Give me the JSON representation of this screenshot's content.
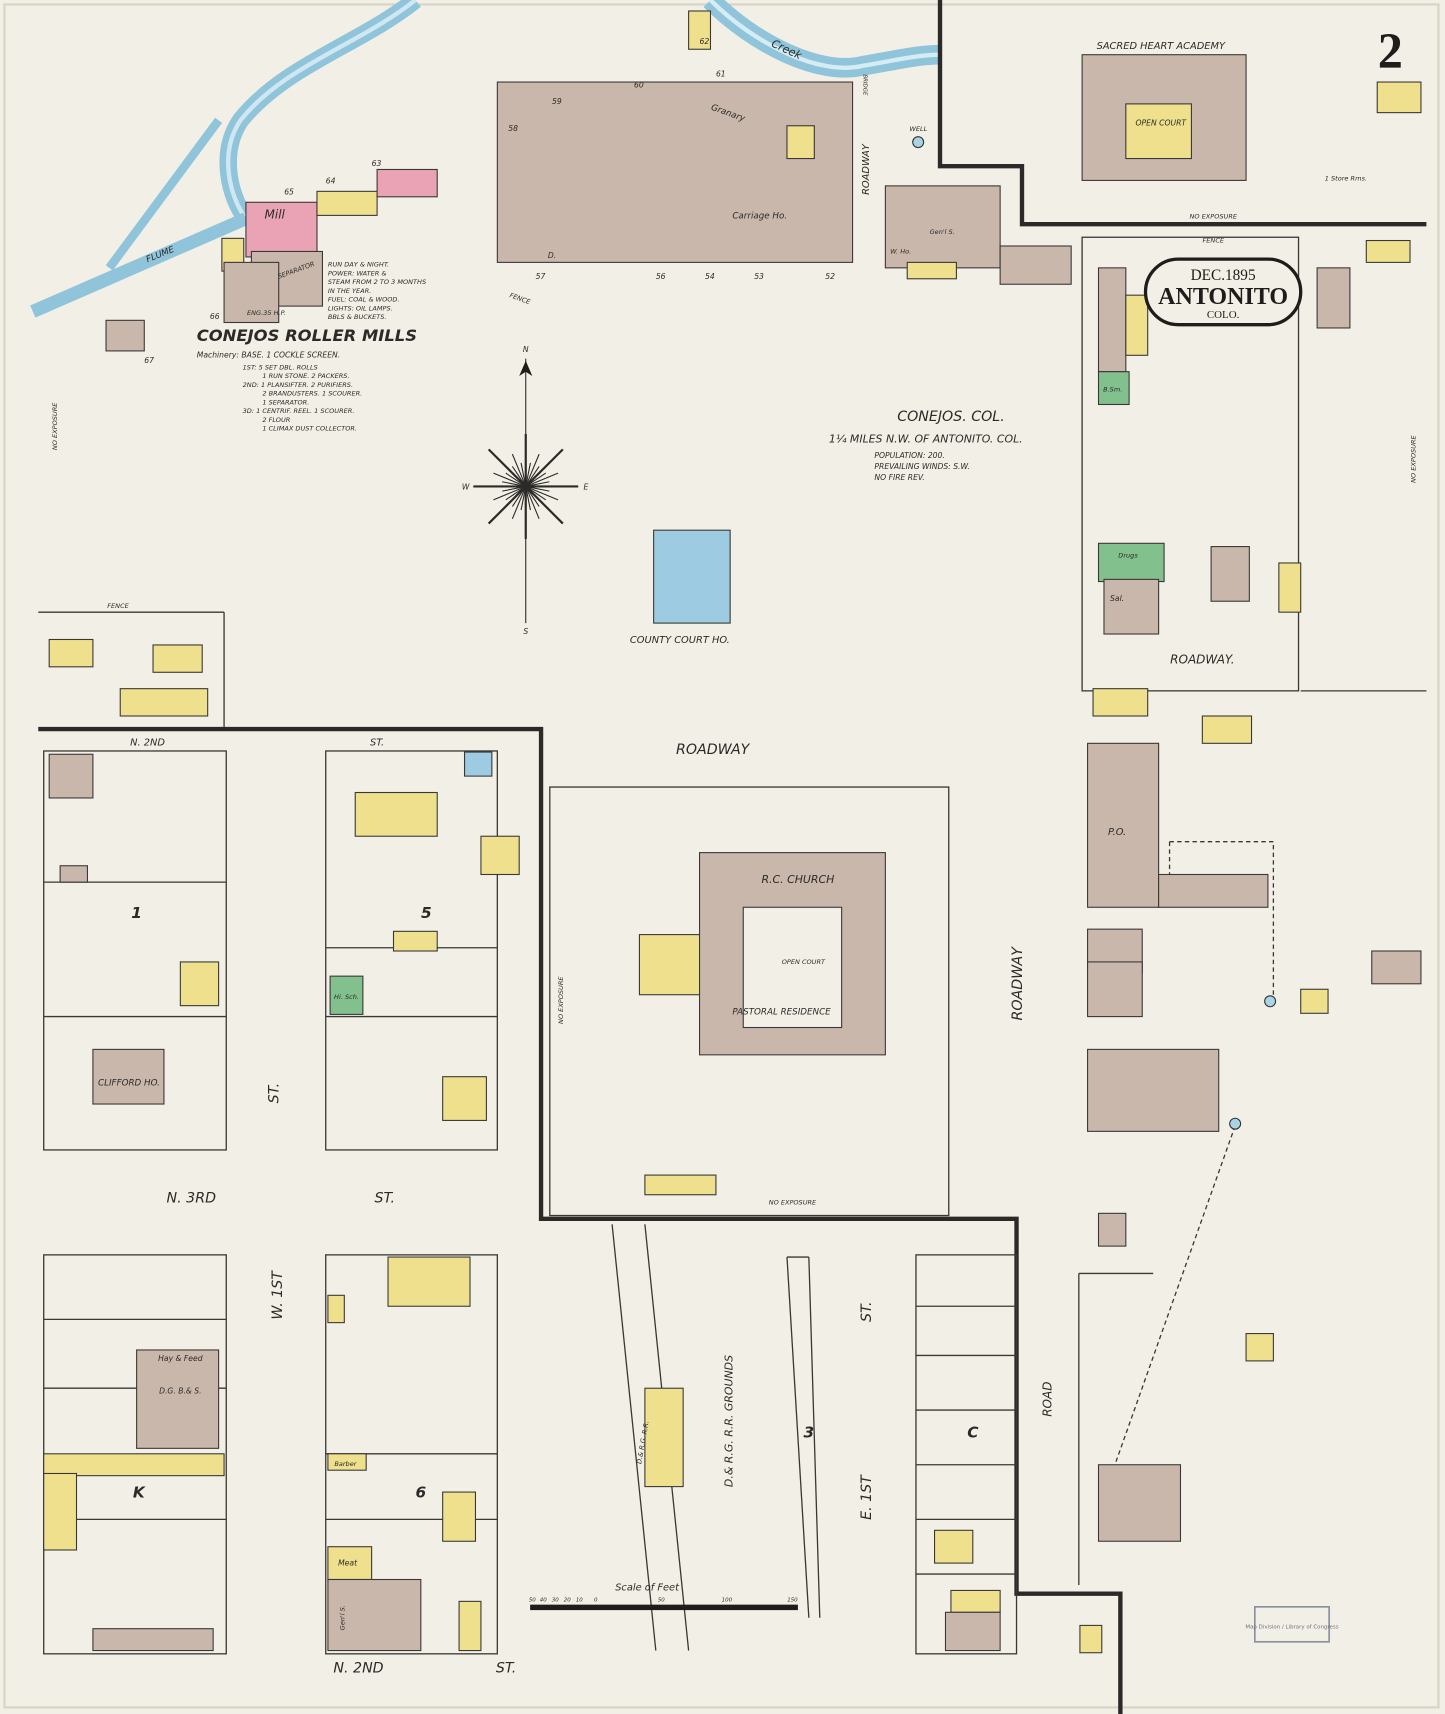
{
  "sheet": {
    "number": "2",
    "town": "ANTONITO",
    "date": "DEC.1895",
    "state": "COLO."
  },
  "colors": {
    "paper": "#f2f0e6",
    "frame_brick": "#c9b7ab",
    "brick_pink": "#e9a3b4",
    "frame_yellow": "#efe08e",
    "stone_blue": "#9ccbe2",
    "adobe_green": "#82c08e",
    "water": "#a8d4e4",
    "line": "#2c2a28"
  },
  "mill": {
    "title": "CONEJOS ROLLER MILLS",
    "mill_label": "Mill",
    "separator": "SEPARATOR",
    "eng": "ENG.35 H.P.",
    "notes": [
      "RUN DAY & NIGHT.",
      "POWER: WATER &",
      "STEAM FROM 2 TO 3 MONTHS",
      "IN THE YEAR.",
      "FUEL: COAL & WOOD.",
      "LIGHTS: OIL LAMPS.",
      "BBLS & BUCKETS."
    ],
    "machinery": [
      "Machinery: BASE. 1 COCKLE SCREEN.",
      "1ST: 5 SET DBL. ROLLS",
      "1 RUN STONE. 2 PACKERS.",
      "2ND: 1 PLANSIFTER. 2 PURIFIERS.",
      "2 BRANDUSTERS. 1 SCOURER.",
      "1 SEPARATOR.",
      "3D: 1 CENTRIF. REEL. 1 SCOURER.",
      "2 FLOUR",
      "1 CLIMAX DUST COLLECTOR."
    ]
  },
  "water": {
    "flume": "FLUME",
    "creek": "Creek",
    "bridge": "BRIDGE",
    "well": "WELL"
  },
  "granary": {
    "granary": "Granary",
    "carriage": "Carriage Ho.",
    "nums": [
      "57",
      "56",
      "54",
      "53",
      "52",
      "58",
      "59",
      "60",
      "61",
      "62",
      "63",
      "64",
      "65",
      "66",
      "67"
    ]
  },
  "academy": {
    "title": "SACRED HEART ACADEMY",
    "court": "OPEN COURT",
    "store": "1 Store Rms.",
    "no_exposure": "NO EXPOSURE"
  },
  "town_info": {
    "name": "CONEJOS. COL.",
    "distance": "1¼ MILES N.W. OF ANTONITO. COL.",
    "population": "POPULATION: 200.",
    "winds": "PREVAILING WINDS: S.W.",
    "fire": "NO FIRE REV."
  },
  "compass": {
    "n": "N",
    "s": "S",
    "e": "E",
    "w": "W"
  },
  "courthouse": {
    "label": "COUNTY COURT HO."
  },
  "church": {
    "label": "R.C. CHURCH",
    "court": "OPEN COURT",
    "residence": "PASTORAL RESIDENCE",
    "no_exposure": "NO EXPOSURE"
  },
  "streets": {
    "roadway": "ROADWAY",
    "roadway2": "ROADWAY.",
    "roadway3": "ROADWAY.",
    "roadway_v": "ROADWAY",
    "roadway_top": "ROADWAY",
    "n2nd_top": "N. 2ND",
    "st": "ST.",
    "n3rd": "N. 3RD",
    "w1st": "W. 1ST",
    "e1st": "E. 1ST",
    "n2nd_bottom": "N. 2ND",
    "road": "ROAD",
    "fence": "FENCE",
    "no_exposure": "NO EXPOSURE",
    "rr_grounds": "D.& R.G. R.R. GROUNDS",
    "rr": "D.& R.G. R.R."
  },
  "blocks": {
    "b1": "1",
    "b5": "5",
    "bK": "K",
    "b6": "6",
    "b3": "3",
    "bC": "C"
  },
  "buildings": {
    "clifford": "CLIFFORD HO.",
    "hay": "Hay & Feed",
    "dg": "D.G. B.& S.",
    "barber": "Barber",
    "meat": "Meat",
    "school": "Hi. Sch.",
    "po": "P.O.",
    "gens": "Gen'l S.",
    "who": "W. Ho.",
    "sal": "Sal.",
    "drugs": "Drugs",
    "bsm": "B.Sm.",
    "gens2": "Gen'l S.",
    "d": "D."
  },
  "scale": {
    "title": "Scale of Feet",
    "ticks": [
      "50",
      "40",
      "30",
      "20",
      "10",
      "0",
      "50",
      "100",
      "150"
    ]
  },
  "stamp": {
    "text": "Map Division / Library of Congress"
  }
}
